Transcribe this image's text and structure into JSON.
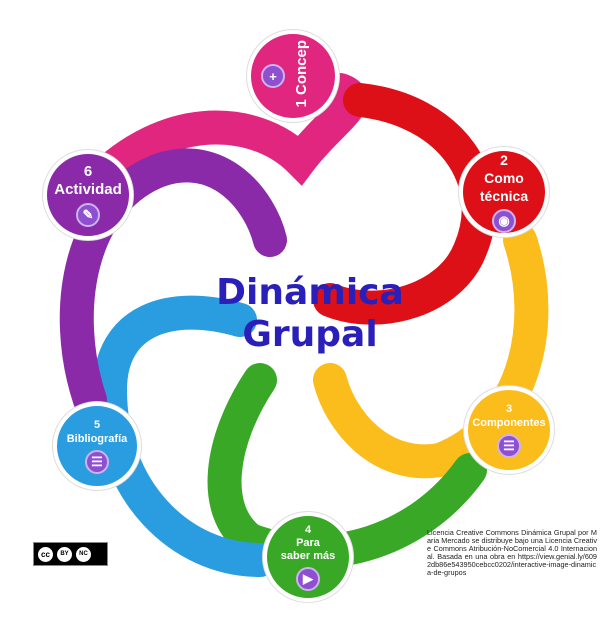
{
  "title": {
    "line1": "Dinámica",
    "line2": "Grupal"
  },
  "nodes": [
    {
      "number": "1",
      "label": "Concep",
      "icon": "plus-icon",
      "color": "#e0267f"
    },
    {
      "number": "2",
      "label": "Como técnica",
      "icon": "eye-icon",
      "color": "#dd1017"
    },
    {
      "number": "3",
      "label": "Componentes",
      "icon": "menu-icon",
      "color": "#fbbd1c"
    },
    {
      "number": "4",
      "label": "Para saber más",
      "icon": "play-icon",
      "color": "#3aa827"
    },
    {
      "number": "5",
      "label": "Bibliografía",
      "icon": "menu-icon",
      "color": "#2a9de0"
    },
    {
      "number": "6",
      "label": "Actividad",
      "icon": "pencil-icon",
      "color": "#8a2aa8"
    }
  ],
  "license": {
    "text": "Licencia Creative Commons Dinámica Grupal por Maria Mercado se distribuye bajo una Licencia Creative Commons Atribución-NoComercial 4.0 Internacional. Basada en una obra en https://view.genial.ly/6092db86e543950cebcc0202/interactive-image-dinamica-de-grupos",
    "badge_by": "BY",
    "badge_nc": "NC"
  }
}
